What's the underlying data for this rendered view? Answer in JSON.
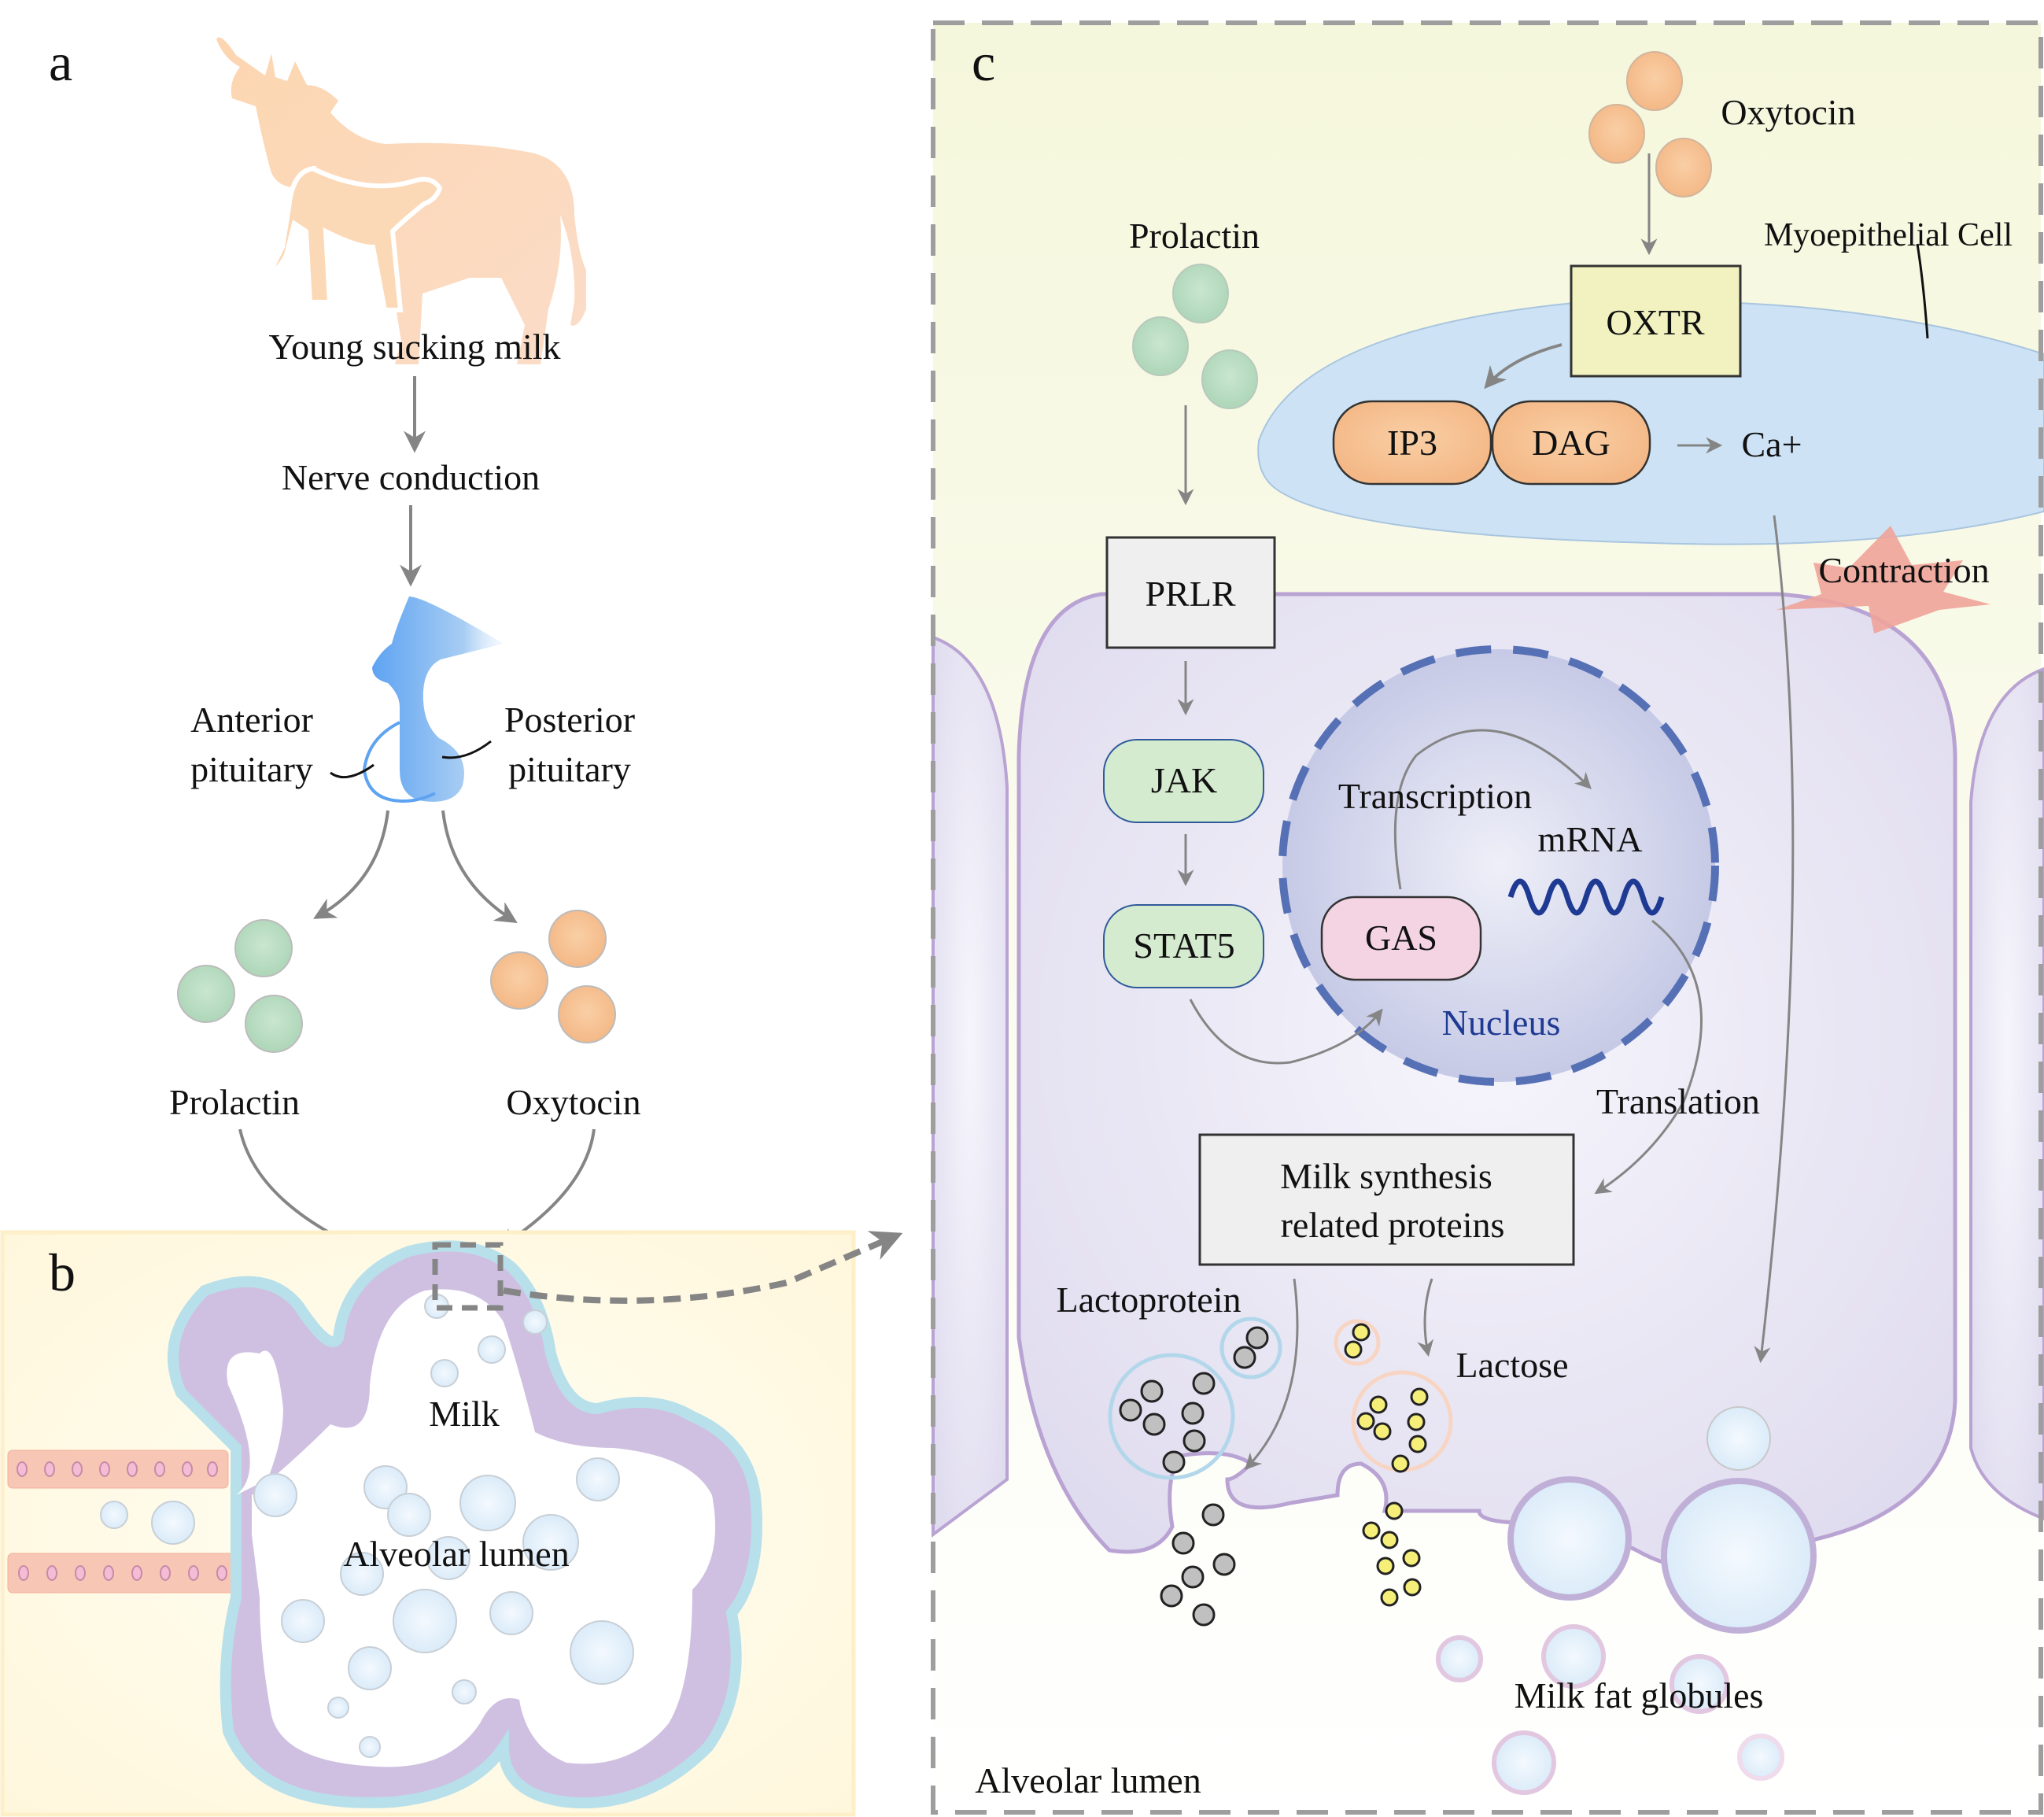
{
  "figure": {
    "panels": {
      "a": {
        "letter": "a",
        "steps": [
          "Young sucking milk",
          "Nerve conduction"
        ],
        "pituitary": {
          "anterior": [
            "Anterior",
            "pituitary"
          ],
          "posterior": [
            "Posterior",
            "pituitary"
          ]
        },
        "hormones": {
          "prolactin": "Prolactin",
          "oxytocin": "Oxytocin"
        }
      },
      "b": {
        "letter": "b",
        "milk_label": "Milk",
        "lumen_label": "Alveolar lumen"
      },
      "c": {
        "letter": "c",
        "oxytocin": "Oxytocin",
        "prolactin": "Prolactin",
        "myoepithelial_cell": "Myoepithelial Cell",
        "oxtr": "OXTR",
        "ip3": "IP3",
        "dag": "DAG",
        "calcium": "Ca+",
        "contraction": "Contraction",
        "prlr": "PRLR",
        "jak": "JAK",
        "stat5": "STAT5",
        "transcription": "Transcription",
        "mrna": "mRNA",
        "gas": "GAS",
        "nucleus": "Nucleus",
        "translation": "Translation",
        "milk_synthesis": [
          "Milk synthesis",
          "related proteins"
        ],
        "lactoprotein": "Lactoprotein",
        "lactose": "Lactose",
        "milk_fat_globules": "Milk fat globules",
        "alveolar_lumen": "Alveolar lumen"
      }
    },
    "colors": {
      "prolactin_green": "#b9dcc2",
      "oxytocin_orange": "#f6c08f",
      "pituitary_blue": "#6aaaf0",
      "myoepithelial_blue": "#cde3f5",
      "cell_purple": "#e4e0f0",
      "cell_border": "#b9a3d3",
      "nucleus_blue": "#5670b5",
      "oxtr_yellow": "#f1f2c0",
      "ip3_dag_orange": "#f8c197",
      "jak_stat_green": "#d5ebcf",
      "gas_pink": "#f4d3e2",
      "contraction_red": "#f0a39a",
      "arrow_gray": "#858585",
      "panel_b_bg": "#fffbe8",
      "panel_c_top_bg": "#f8f9e3"
    }
  }
}
